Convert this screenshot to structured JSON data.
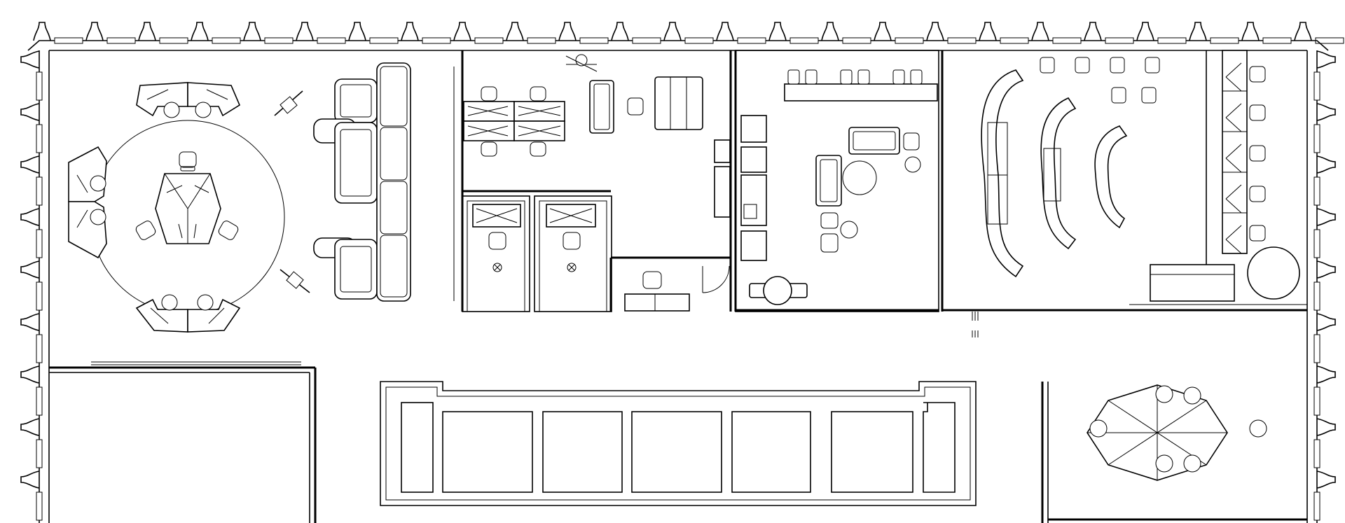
{
  "drawing": {
    "kind": "architectural-floor-plan",
    "line_color": "#000000",
    "background_color": "#ffffff",
    "perimeter": "scalloped-column-wall",
    "areas": [
      "circular-workstation-cluster",
      "lounge-seating",
      "open-office",
      "private-office-1",
      "private-office-2",
      "reception-desk",
      "meeting-lounge",
      "presentation-room",
      "phone-booth-row",
      "conference-room-left",
      "central-room-block",
      "hexagonal-workstation-cluster"
    ]
  }
}
